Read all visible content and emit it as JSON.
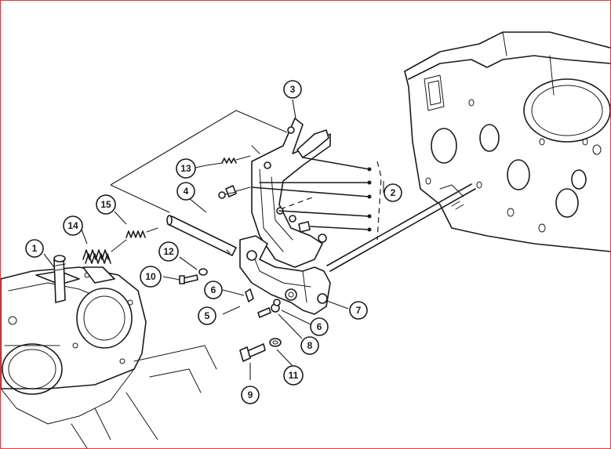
{
  "callouts": [
    {
      "id": "1",
      "label": "1"
    },
    {
      "id": "2",
      "label": "2"
    },
    {
      "id": "3",
      "label": "3"
    },
    {
      "id": "4",
      "label": "4"
    },
    {
      "id": "5",
      "label": "5"
    },
    {
      "id": "6a",
      "label": "6"
    },
    {
      "id": "6b",
      "label": "6"
    },
    {
      "id": "7",
      "label": "7"
    },
    {
      "id": "8",
      "label": "8"
    },
    {
      "id": "9",
      "label": "9"
    },
    {
      "id": "10",
      "label": "10"
    },
    {
      "id": "11",
      "label": "11"
    },
    {
      "id": "12",
      "label": "12"
    },
    {
      "id": "13",
      "label": "13"
    },
    {
      "id": "14",
      "label": "14"
    },
    {
      "id": "15",
      "label": "15"
    }
  ],
  "colors": {
    "ink": "#1a1a1a",
    "border": "#e8393a",
    "paper": "#ffffff"
  }
}
